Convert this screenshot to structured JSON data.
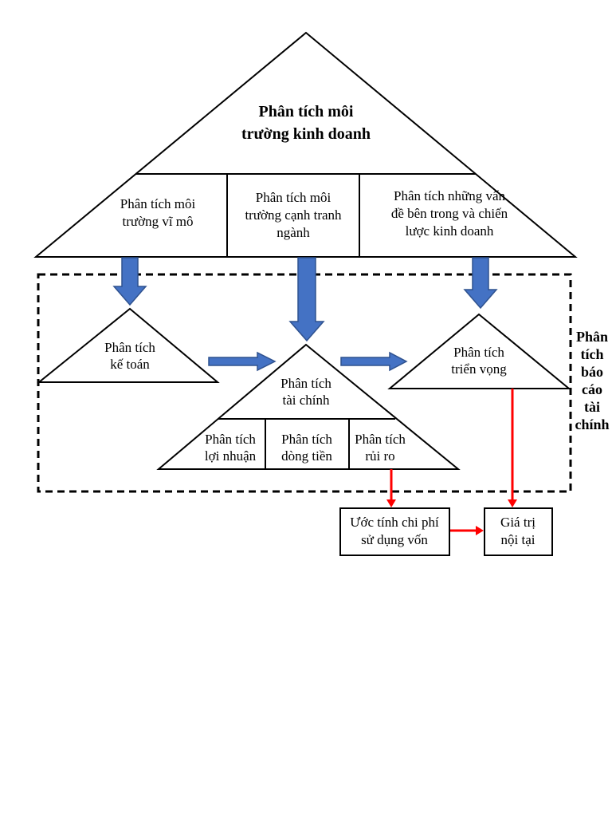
{
  "colors": {
    "arrow_blue_fill": "#4472C4",
    "arrow_blue_stroke": "#2F528F",
    "arrow_red": "#FF0000",
    "line_black": "#000000",
    "background": "#FFFFFF"
  },
  "house": {
    "title": "Phân tích môi\ntrường kinh doanh",
    "boxes": [
      {
        "label": "Phân tích môi\ntrường vĩ mô"
      },
      {
        "label": "Phân tích môi\ntrường cạnh tranh\nngành"
      },
      {
        "label": "Phân tích những vấn\nđề bên trong và chiến\nlược kinh doanh"
      }
    ]
  },
  "fsa": {
    "side_label": "Phân\ntích\nbáo\ncáo\ntài\nchính",
    "accounting": "Phân tích\nkế toán",
    "financial": "Phân tích\ntài chính",
    "financial_sub": [
      "Phân tích\nlợi nhuận",
      "Phân tích\ndòng tiền",
      "Phân tích\nrủi ro"
    ],
    "prospective": "Phân tích\ntriển vọng"
  },
  "bottom": {
    "cost_of_capital": "Ước tính chi phí\nsử dụng vốn",
    "intrinsic_value": "Giá trị\nnội tại"
  }
}
